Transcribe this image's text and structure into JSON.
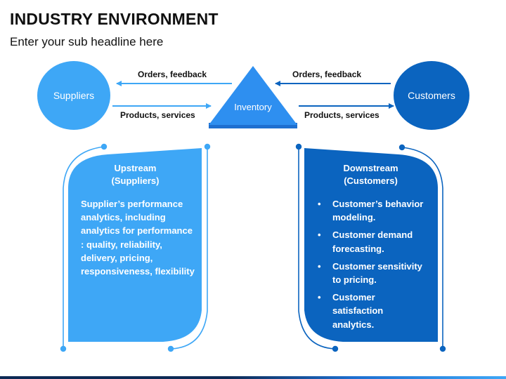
{
  "header": {
    "title": "INDUSTRY ENVIRONMENT",
    "subtitle": "Enter your sub headline here"
  },
  "nodes": {
    "suppliers": "Suppliers",
    "customers": "Customers",
    "inventory": "Inventory"
  },
  "arrows": {
    "left_top": "Orders, feedback",
    "left_bottom": "Products, services",
    "right_top": "Orders, feedback",
    "right_bottom": "Products, services"
  },
  "upstream": {
    "title": "Upstream",
    "subtitle": "(Suppliers)",
    "text": "Supplier’s performance analytics, including analytics for performance : quality, reliability, delivery, pricing, responsiveness, flexibility"
  },
  "downstream": {
    "title": "Downstream",
    "subtitle": "(Customers)",
    "items": [
      "Customer’s behavior modeling.",
      "Customer demand forecasting.",
      "Customer sensitivity to pricing.",
      "Customer satisfaction analytics."
    ]
  },
  "colors": {
    "light_blue": "#3ea7f6",
    "mid_blue": "#2e8ff0",
    "dark_blue": "#0b64bf",
    "footer_dark": "#0d2a55"
  }
}
